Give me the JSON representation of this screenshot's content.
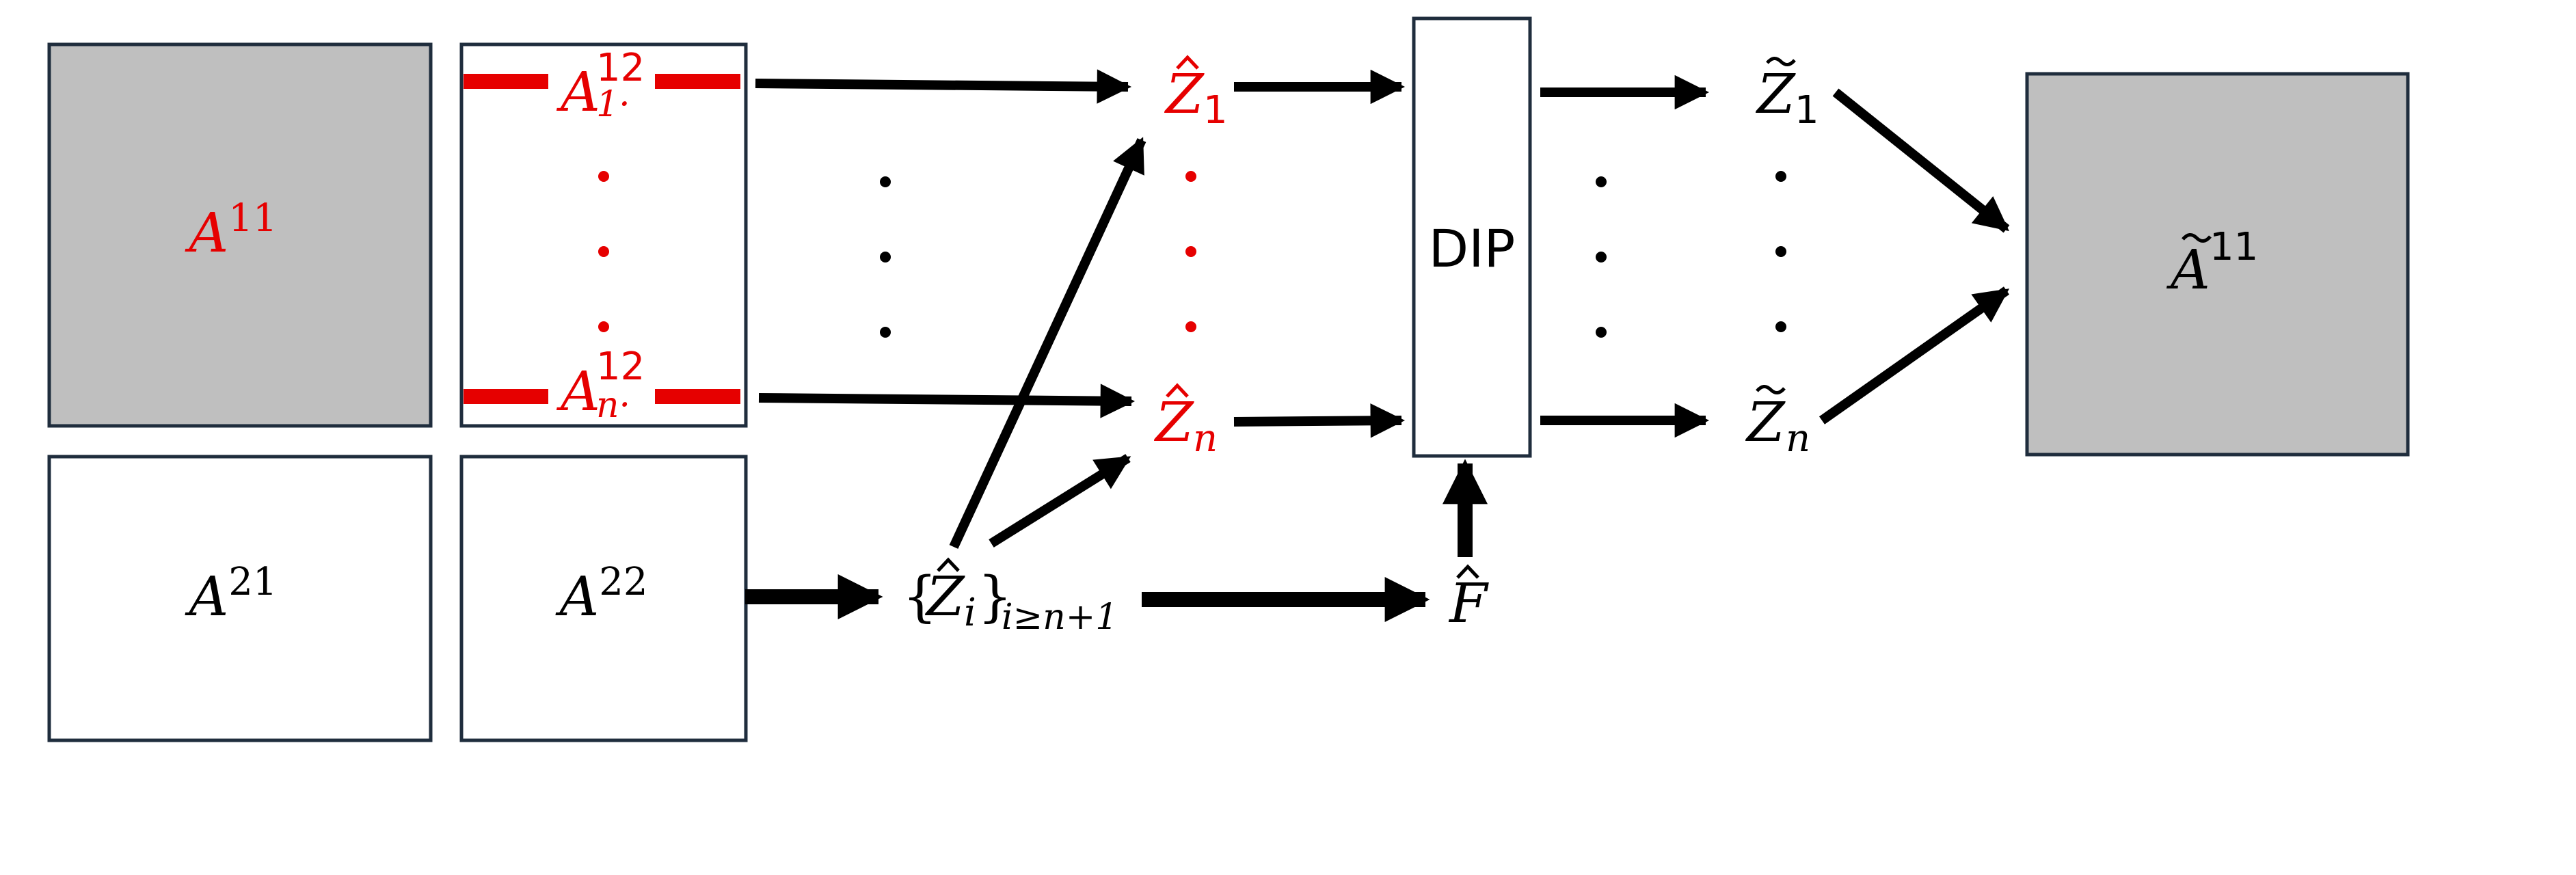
{
  "colors": {
    "accent": "#e60000",
    "box_fill_gray": "#bfbfbf",
    "box_stroke": "#1f2d3d",
    "arrow": "#000000",
    "text": "#000000"
  },
  "blocks": {
    "a11": {
      "base": "A",
      "sup": "11"
    },
    "a12_row1": {
      "base": "A",
      "sup": "12",
      "sub": "1·"
    },
    "a12_rown": {
      "base": "A",
      "sup": "12",
      "sub": "n·"
    },
    "a21": {
      "base": "A",
      "sup": "21"
    },
    "a22": {
      "base": "A",
      "sup": "22"
    }
  },
  "z_hat": {
    "z1": {
      "base": "Z",
      "sub": "1"
    },
    "zn": {
      "base": "Z",
      "sub": "n"
    },
    "set": {
      "open": "{",
      "base": "Z",
      "sub": "i",
      "close": "}",
      "tail_sub": "i≥n+1"
    }
  },
  "f_hat": {
    "base": "F"
  },
  "dip": {
    "label": "DIP"
  },
  "z_tilde": {
    "z1": {
      "base": "Z",
      "sub": "1"
    },
    "zn": {
      "base": "Z",
      "sub": "n"
    }
  },
  "output": {
    "base": "A",
    "sup": "11"
  },
  "ellipsis_glyph": "·"
}
